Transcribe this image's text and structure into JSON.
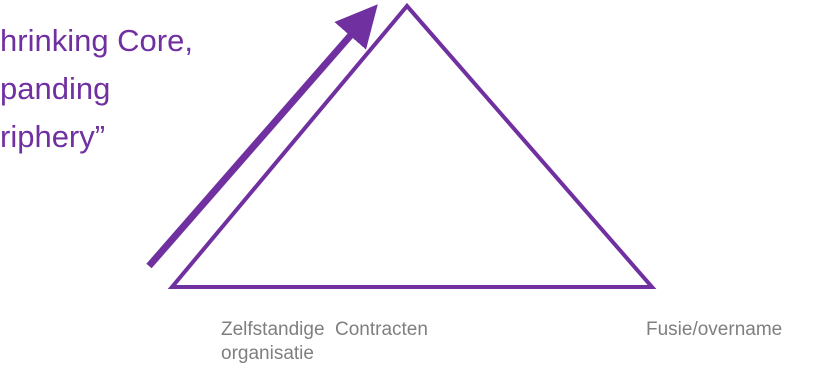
{
  "quote": {
    "lines": [
      "hrinking Core,",
      "panding",
      "riphery”"
    ]
  },
  "labels": {
    "left": [
      "Zelfstandige",
      "organisatie"
    ],
    "middle": "Contracten",
    "right": "Fusie/overname"
  },
  "colors": {
    "accent": "#7030a0",
    "label_gray": "#7f7f7f"
  }
}
